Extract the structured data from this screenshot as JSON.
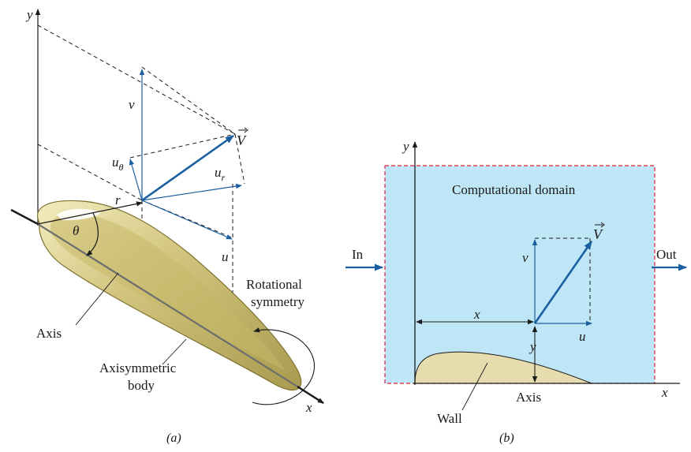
{
  "panel_a": {
    "caption": "(a)",
    "axis_x": "x",
    "axis_y": "y",
    "vector_V": "V",
    "comp_v": "v",
    "comp_u": "u",
    "comp_u_theta_base": "u",
    "comp_u_theta_sub": "θ",
    "comp_u_r_base": "u",
    "comp_u_r_sub": "r",
    "radius_r": "r",
    "angle_theta": "θ",
    "label_axis": "Axis",
    "label_rot_line1": "Rotational",
    "label_rot_line2": "symmetry",
    "label_body_line1": "Axisymmetric",
    "label_body_line2": "body"
  },
  "panel_b": {
    "caption": "(b)",
    "axis_x": "x",
    "axis_y": "y",
    "domain_title": "Computational domain",
    "vector_V": "V",
    "comp_v": "v",
    "comp_u": "u",
    "dim_x": "x",
    "dim_y": "y",
    "label_in": "In",
    "label_out": "Out",
    "label_axis": "Axis",
    "label_wall": "Wall"
  },
  "colors": {
    "domain_fill": "#bfe6f7",
    "domain_border": "#d9263a",
    "vector_blue": "#1a5fa0",
    "body_fill": "#cfc37a",
    "wall_fill": "#e6dcae"
  }
}
